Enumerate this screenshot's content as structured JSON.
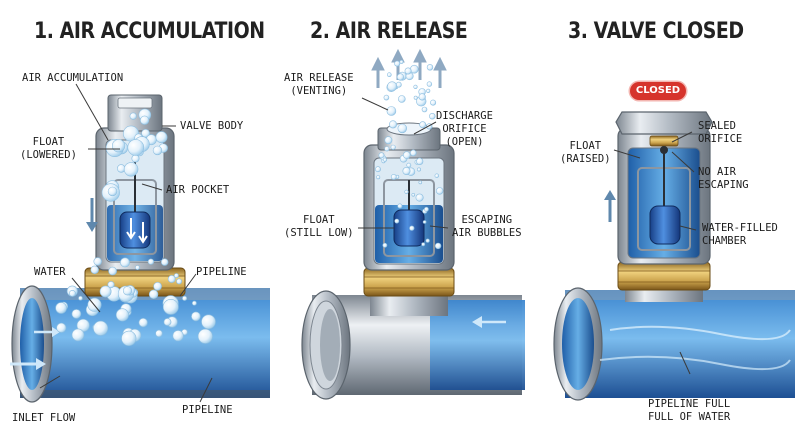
{
  "panel1": {
    "title": "1. AIR ACCUMULATION",
    "labels": {
      "air_accumulation": "AIR ACCUMULATION",
      "valve_body": "VALVE BODY",
      "float": "FLOAT\n(LOWERED)",
      "air_pocket": "AIR POCKET",
      "water": "WATER",
      "pipeline_top": "PIPELINE",
      "inlet_flow": "INLET FLOW",
      "pipeline_bottom": "PIPELINE"
    }
  },
  "panel2": {
    "title": "2. AIR RELEASE",
    "labels": {
      "air_release": "AIR RELEASE\n(VENTING)",
      "discharge": "DISCHARGE\nORIFICE\n(OPEN)",
      "float": "FLOAT\n(STILL LOW)",
      "escaping": "ESCAPING\nAIR BUBBLES"
    }
  },
  "panel3": {
    "title": "3. VALVE CLOSED",
    "badge": "CLOSED",
    "labels": {
      "float": "FLOAT\n(RAISED)",
      "sealed": "SEALED\nORIFICE",
      "no_air": "NO AIR\nESCAPING",
      "chamber": "WATER-FILLED\nCHAMBER",
      "full": "PIPELINE FULL\nFULL OF WATER"
    }
  },
  "colors": {
    "water_dark": "#1f5fa8",
    "water_light": "#6fb1e6",
    "metal": "#a9b1ba",
    "brass": "#c9a14a",
    "badge_red": "#d6342c"
  }
}
